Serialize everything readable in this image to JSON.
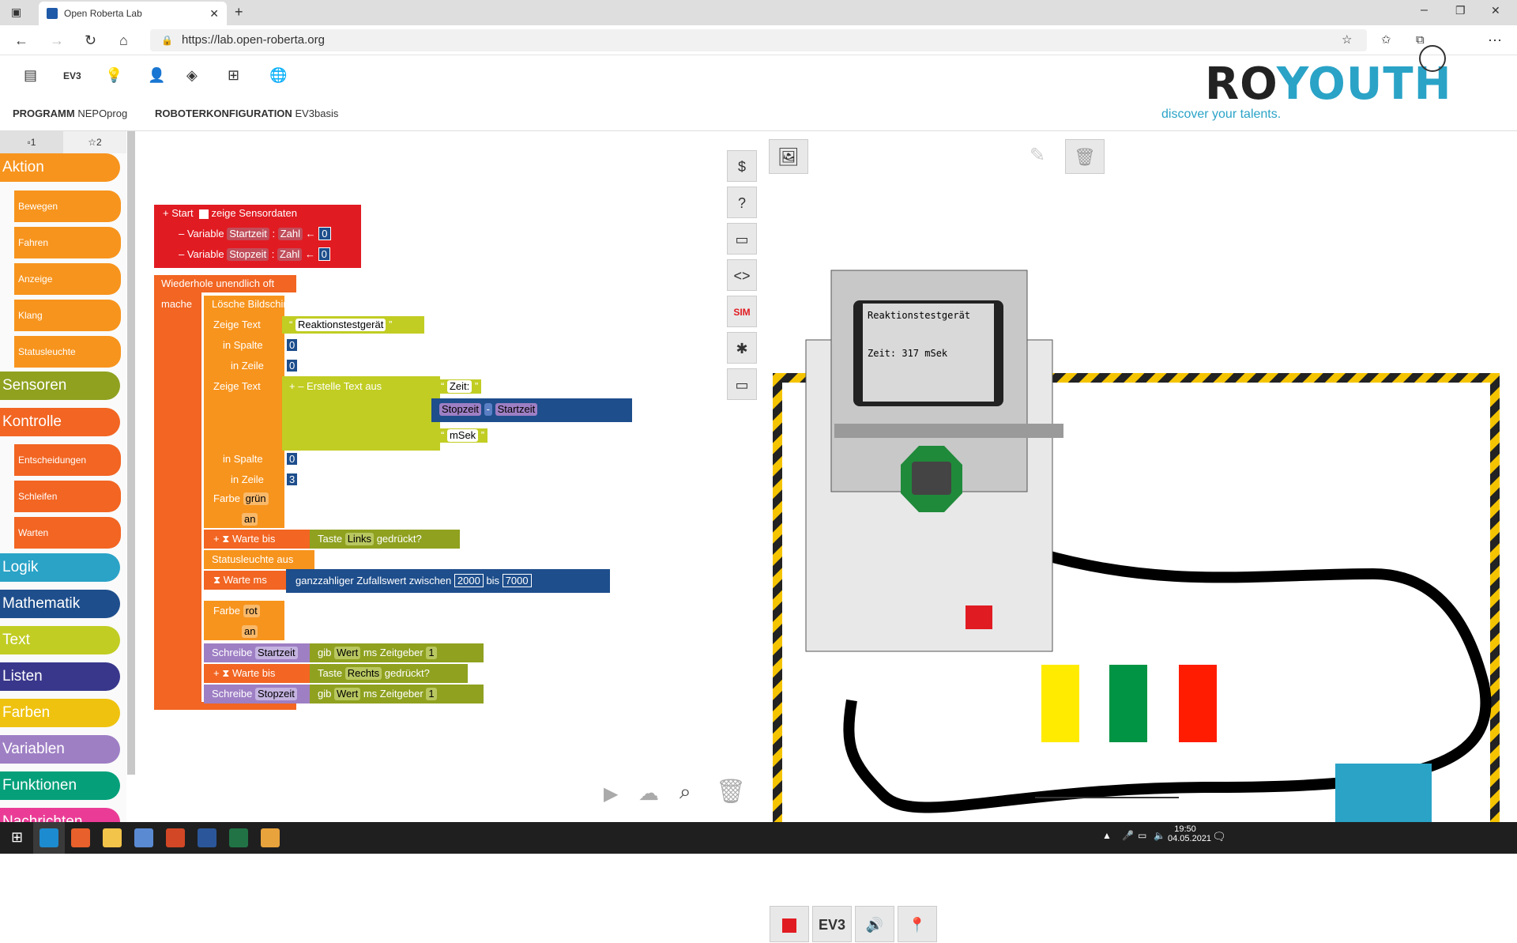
{
  "browser": {
    "tab_title": "Open Roberta Lab",
    "url": "https://lab.open-roberta.org"
  },
  "app": {
    "menu_ev3": "EV3",
    "program_label": "PROGRAMM",
    "program_name": "NEPOprog",
    "config_label": "ROBOTERKONFIGURATION",
    "config_name": "EV3basis",
    "logo_ro": "RO",
    "logo_youth": "YOUTH",
    "tagline": "discover your talents.",
    "toolbox_tabs": [
      "1",
      "2"
    ]
  },
  "toolbox": {
    "categories": [
      {
        "label": "Aktion",
        "color": "#f7941d"
      },
      {
        "label": "Bewegen"
      },
      {
        "label": "Fahren"
      },
      {
        "label": "Anzeige"
      },
      {
        "label": "Klang"
      },
      {
        "label": "Statusleuchte"
      },
      {
        "label": "Sensoren",
        "color": "#8fa11f"
      },
      {
        "label": "Kontrolle",
        "color": "#f26522"
      },
      {
        "label": "Entscheidungen"
      },
      {
        "label": "Schleifen"
      },
      {
        "label": "Warten"
      },
      {
        "label": "Logik",
        "color": "#2aa3c7"
      },
      {
        "label": "Mathematik",
        "color": "#1e4e8c"
      },
      {
        "label": "Text",
        "color": "#c1cd23"
      },
      {
        "label": "Listen",
        "color": "#39378b"
      },
      {
        "label": "Farben",
        "color": "#efc20f"
      },
      {
        "label": "Variablen",
        "color": "#9e7fc4"
      },
      {
        "label": "Funktionen",
        "color": "#05a07a"
      },
      {
        "label": "Nachrichten",
        "color": "#ea3c96"
      }
    ]
  },
  "program": {
    "start": "Start",
    "sensor_data": "zeige Sensordaten",
    "variable": "Variable",
    "var1": "Startzeit",
    "var2": "Stopzeit",
    "type": "Zahl",
    "zero": "0",
    "repeat": "Wiederhole unendlich oft",
    "do": "mache",
    "clear": "Lösche Bildschirm",
    "show_text": "Zeige Text",
    "text1": "Reaktionstestgerät",
    "in_col": "in Spalte",
    "in_row": "in Zeile",
    "create_text": "Erstelle Text aus",
    "text_zeit": "Zeit:",
    "minus": "-",
    "text_msek": "mSek",
    "row3": "3",
    "color": "Farbe",
    "green": "grün",
    "on": "an",
    "wait_until": "Warte bis",
    "key": "Taste",
    "left": "Links",
    "pressed": "gedrückt?",
    "status_light": "Statusleuchte",
    "off": "aus",
    "wait_ms": "Warte ms",
    "random": "ganzzahliger Zufallswert zwischen",
    "r_from": "2000",
    "r_to_label": "bis",
    "r_to": "7000",
    "red": "rot",
    "write": "Schreibe",
    "give": "gib",
    "value": "Wert",
    "ms": "ms",
    "timer": "Zeitgeber",
    "one": "1",
    "right": "Rechts"
  },
  "side_buttons": [
    "$",
    "?",
    "▭",
    "<>",
    "SIM",
    "✱",
    "▭"
  ],
  "simulation": {
    "screen_line1": "Reaktionstestgerät",
    "screen_line2": "Zeit: 317 mSek",
    "ev3_button": "EV3",
    "colors": {
      "yellow": "#ffeb00",
      "green": "#009444",
      "red": "#ff1c00",
      "blue": "#2aa3c7"
    }
  },
  "taskbar": {
    "time": "19:50",
    "date": "04.05.2021"
  }
}
